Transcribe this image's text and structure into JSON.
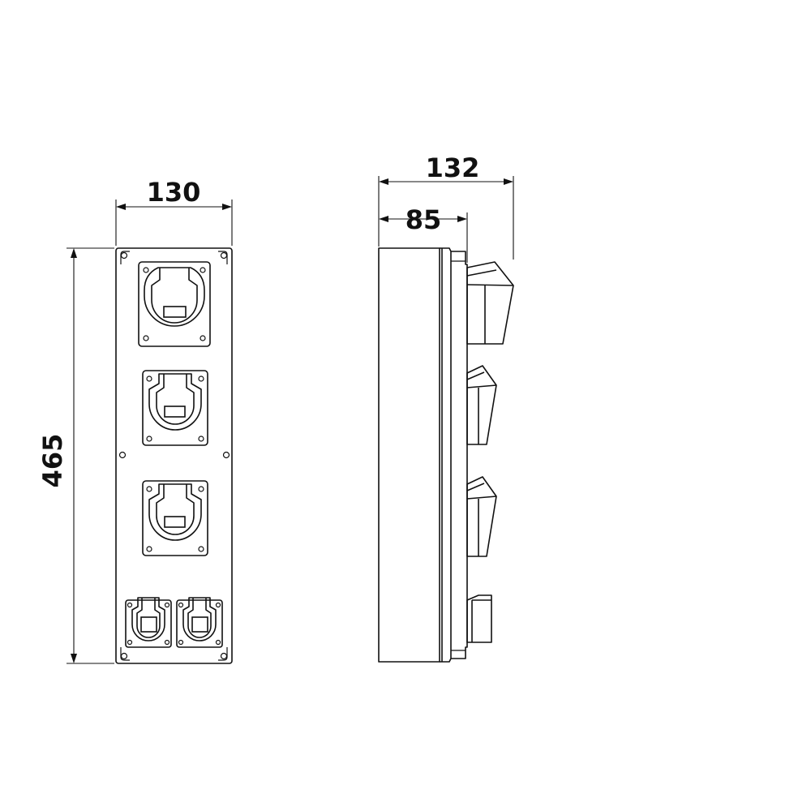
{
  "dimensions": {
    "front_width": "130",
    "front_height": "465",
    "side_total_depth": "132",
    "side_body_depth": "85"
  },
  "views": {
    "front": {
      "sockets": [
        {
          "name": "socket-large",
          "icon": "industrial-socket-icon"
        },
        {
          "name": "socket-medium-1",
          "icon": "industrial-socket-icon"
        },
        {
          "name": "socket-medium-2",
          "icon": "industrial-socket-icon"
        },
        {
          "name": "socket-small-1",
          "icon": "schuko-socket-icon"
        },
        {
          "name": "socket-small-2",
          "icon": "schuko-socket-icon"
        }
      ]
    },
    "side": {
      "protrusions": 4
    }
  },
  "colors": {
    "line": "#111111",
    "background": "#ffffff"
  }
}
